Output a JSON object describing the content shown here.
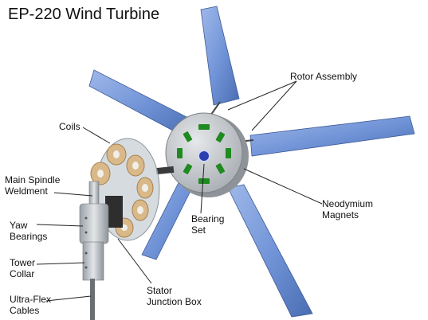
{
  "title": "EP-220 Wind Turbine",
  "labels": {
    "rotor_assembly": "Rotor Assembly",
    "coils": "Coils",
    "main_spindle_weldment": "Main Spindle\nWeldment",
    "yaw_bearings": "Yaw\nBearings",
    "tower_collar": "Tower\nCollar",
    "ultra_flex_cables": "Ultra-Flex\nCables",
    "stator_junction_box": "Stator\nJunction Box",
    "bearing_set": "Bearing\nSet",
    "neodymium_magnets": "Neodymium\nMagnets"
  },
  "colors": {
    "blade": "#6f92d6",
    "blade_dark": "#4a6cb2",
    "hub": "#c9ccce",
    "magnet": "#1f8a1f",
    "bearing": "#2b3fb0",
    "coil": "#d9b98a",
    "stator": "#b8c0c8",
    "leader": "#222222"
  }
}
